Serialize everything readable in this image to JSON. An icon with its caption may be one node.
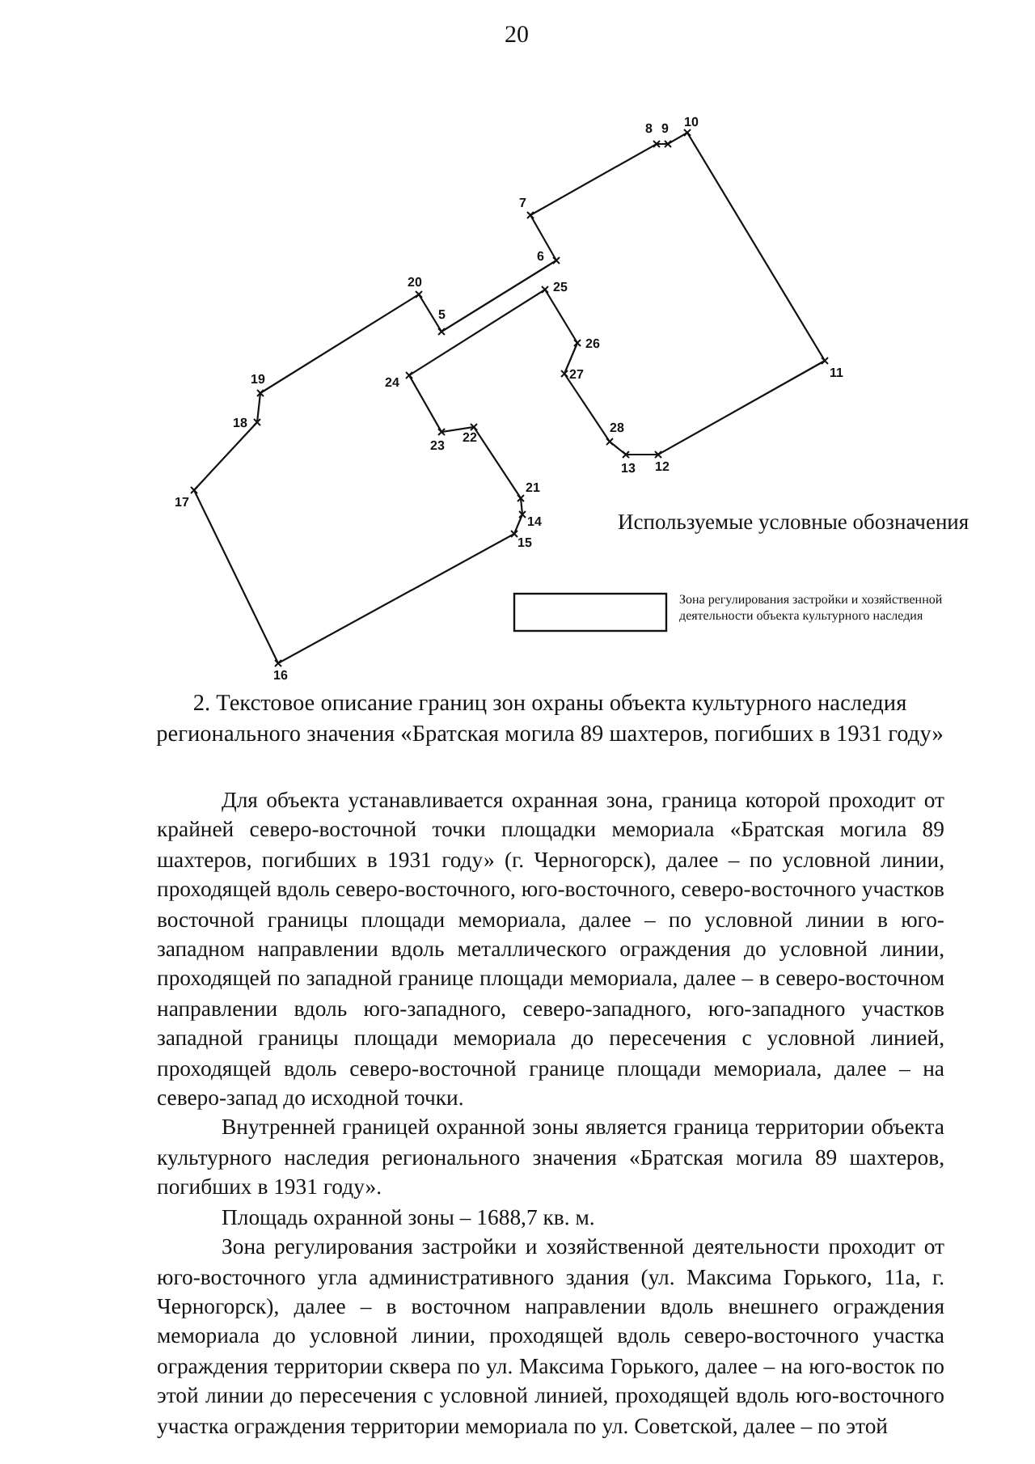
{
  "diagram": {
    "title": "2. Текстовое описание границ зон охраны объекта культурного наследия регионального значения «Братская могила 89 шахтеров, погибших в 1931 году»",
    "labels": [
      "20",
      "10",
      "8",
      "9",
      "7",
      "6",
      "20",
      "25",
      "5",
      "26",
      "11",
      "19",
      "24",
      "27",
      "18",
      "23",
      "22",
      "28",
      "13",
      "12",
      "17",
      "21",
      "Используемые условные обозначения",
      "14",
      "15",
      "16",
      "Для объекта устанавливается охранная зона, граница которой проходит от крайней северо-восточной точки площадки мемориала «Братская могила 89 шахтеров, погибших в 1931 году» (г. Черногорск), далее – по условной линии, проходящей вдоль северо-восточного, юго-восточного, северо-восточного участков восточной границы площади мемориала, далее – по условной линии в юго-западном направлении вдоль металлического ограждения до условной линии, проходящей по западной границе площади мемориала, далее – в северо-восточном направлении вдоль юго-западного, северо-западного, юго-западного участков западной границы площади мемориала до пересечения с условной линией, проходящей вдоль северо-восточной границе площади мемориала, далее – на северо-запад до исходной точки.",
      "Внутренней границей охранной зоны является граница территории объекта культурного наследия регионального значения «Братская могила 89 шахтеров, погибших в 1931 году».",
      "Площадь охранной зоны – 1688,7 кв. м.",
      "Зона регулирования застройки и хозяйственной деятельности проходит от юго-восточного угла административного здания (ул. Максима Горького, 11а, г. Черногорск), далее – в восточном направлении вдоль внешнего ограждения мемориала до условной линии, проходящей вдоль северо-восточного участка ограждения территории сквера по ул. Максима Горького, далее – на юго-восток по этой линии до пересечения с условной линией, проходящей вдоль юго-восточного участка ограждения территории мемориала по ул. Советской, далее – по этой"
    ],
    "legend": [
      {
        "text": "Зона регулирования застройки и хозяйственной деятельности объекта культурного наследия"
      }
    ]
  }
}
